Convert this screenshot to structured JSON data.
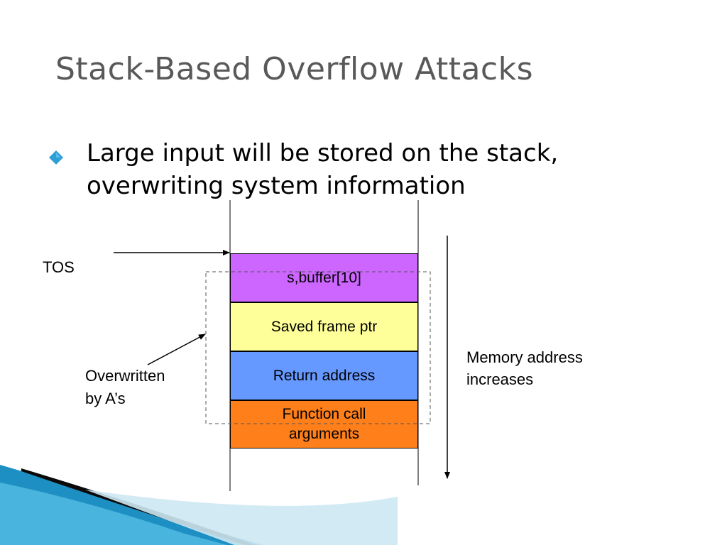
{
  "slide": {
    "title": "Stack-Based Overflow Attacks",
    "bullet": {
      "icon": "diamond-bullet-icon",
      "color": "#2e9fd6",
      "text": "Large input will be stored on the stack, overwriting system information"
    }
  },
  "diagram": {
    "tos_label": "TOS",
    "overwritten_label_line1": "Overwritten",
    "overwritten_label_line2": "by A’s",
    "memory_label_line1": "Memory address",
    "memory_label_line2": "increases",
    "blocks": [
      {
        "label": "s,buffer[10]",
        "color": "#cc66ff"
      },
      {
        "label": "Saved frame ptr",
        "color": "#ffff99"
      },
      {
        "label": "Return address",
        "color": "#6699ff"
      },
      {
        "label": "Function call arguments",
        "color": "#ff7f1a"
      }
    ]
  }
}
